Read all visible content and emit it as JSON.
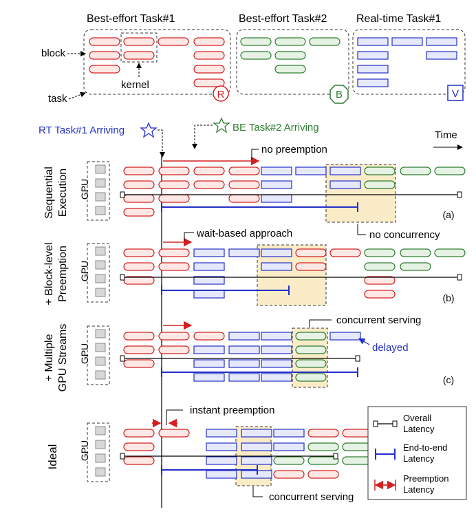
{
  "legend_top": {
    "task1": "Best-effort Task#1",
    "task2": "Best-effort Task#2",
    "task3": "Real-time Task#1",
    "block": "block",
    "kernel": "kernel",
    "task": "task",
    "badge_r": "R",
    "badge_b": "B",
    "badge_v": "V"
  },
  "timeline": {
    "rt_arrive": "RT Task#1 Arriving",
    "be_arrive": "BE Task#2 Arriving",
    "time": "Time"
  },
  "gpu": "GPU",
  "rows": [
    {
      "title_1": "Sequential",
      "title_2": "Execution",
      "tag": "(a)",
      "note_top": "no preemption",
      "note_side": "no concurrency"
    },
    {
      "title_1": "+ Block-level",
      "title_2": "Preemption",
      "tag": "(b)",
      "note_top": "wait-based approach"
    },
    {
      "title_1": "+ Multiple",
      "title_2": "GPU Streams",
      "tag": "(c)",
      "note_top": "concurrent serving",
      "note_side": "delayed"
    },
    {
      "title_1": "Ideal",
      "title_2": "",
      "tag": "",
      "note_top": "instant preemption",
      "note_bottom": "concurrent serving"
    }
  ],
  "legend_box": {
    "overall_1": "Overall",
    "overall_2": "Latency",
    "e2e_1": "End-to-end",
    "e2e_2": "Latency",
    "pre_1": "Preemption",
    "pre_2": "Latency"
  },
  "colors": {
    "red": "#d42020",
    "red_fill": "#fde8e6",
    "green": "#2e7d32",
    "green_fill": "#e6f2e3",
    "blue": "#2230c8",
    "blue_fill": "#e6e8fb",
    "highlight": "#fbecc8"
  }
}
